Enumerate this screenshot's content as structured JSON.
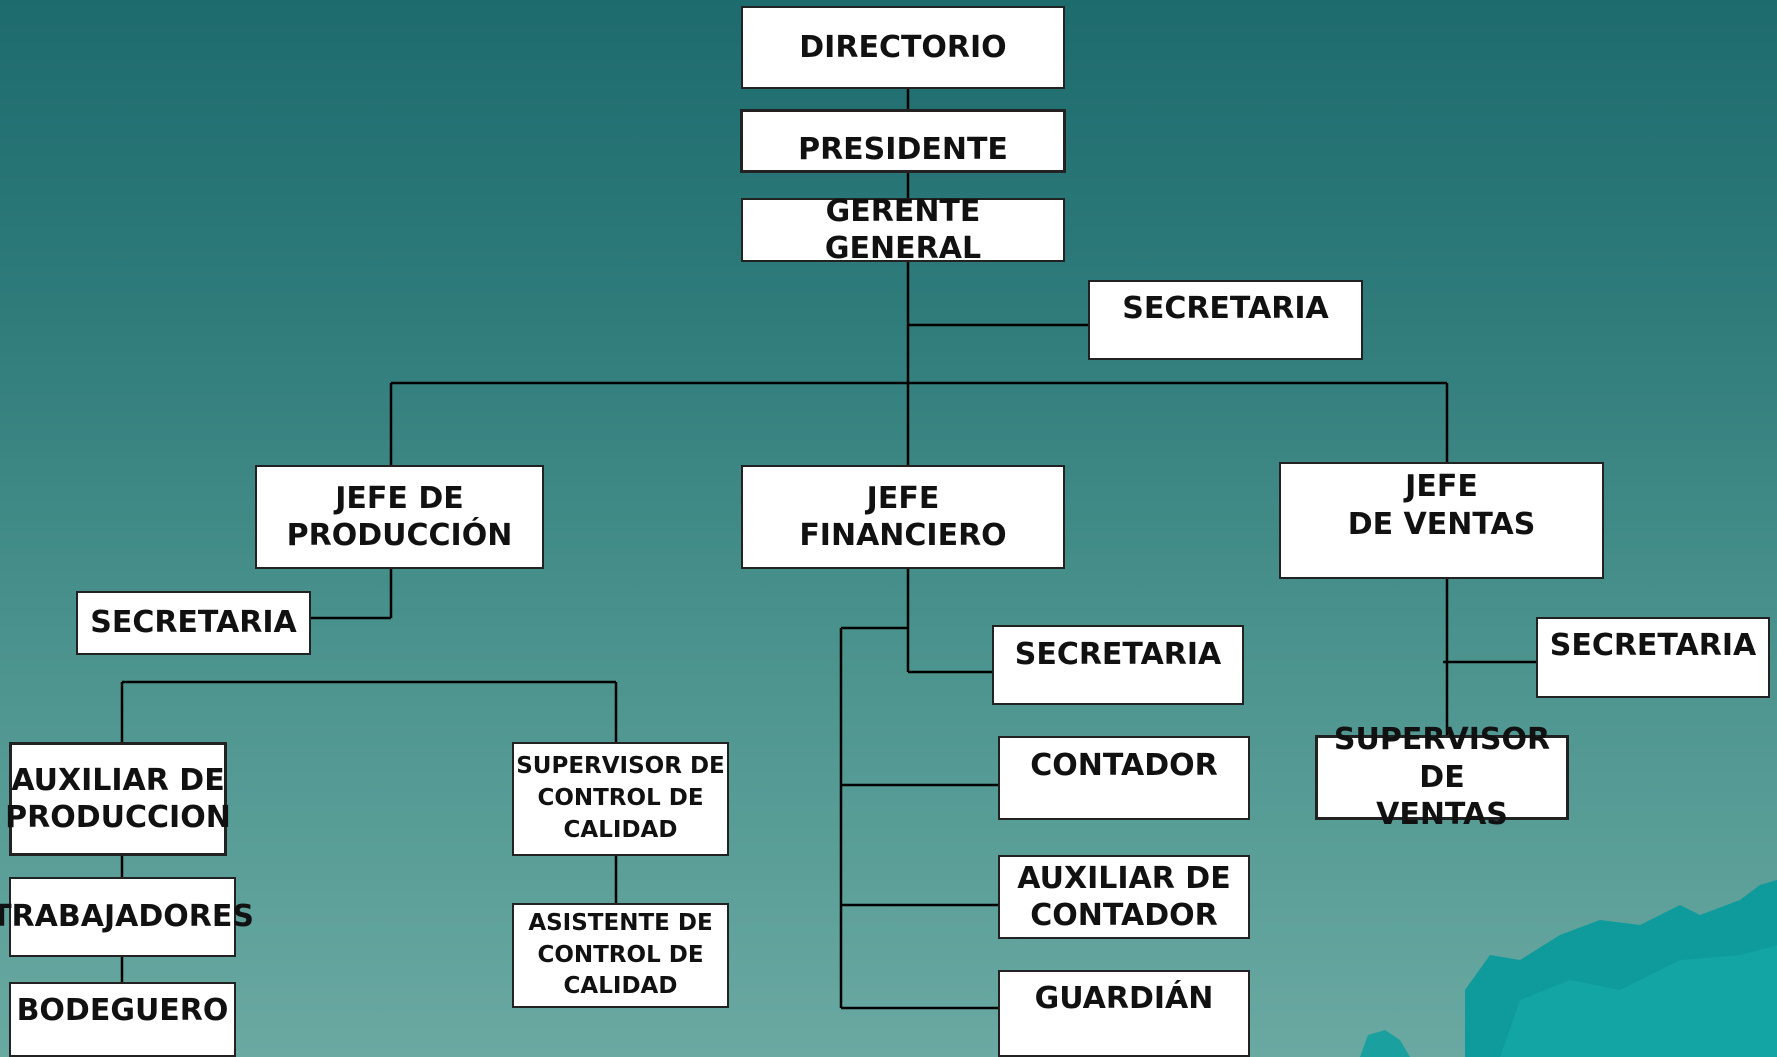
{
  "org_chart": {
    "directorio": "DIRECTORIO",
    "presidente": "PRESIDENTE",
    "gerente_general": "GERENTE  GENERAL",
    "secretaria_gerencia": "SECRETARIA",
    "jefe_produccion": "JEFE DE\nPRODUCCIÓN",
    "secretaria_produccion": "SECRETARIA",
    "auxiliar_produccion": "AUXILIAR DE\nPRODUCCION",
    "trabajadores": "TRABAJADORES",
    "bodeguero": "BODEGUERO",
    "supervisor_calidad": "SUPERVISOR DE\nCONTROL DE\nCALIDAD",
    "asistente_calidad": "ASISTENTE DE\nCONTROL DE\nCALIDAD",
    "jefe_financiero": "JEFE\nFINANCIERO",
    "secretaria_financiero": "SECRETARIA",
    "contador": "CONTADOR",
    "auxiliar_contador": "AUXILIAR DE\nCONTADOR",
    "guardian": "GUARDIÁN",
    "jefe_ventas": "JEFE\nDE VENTAS",
    "secretaria_ventas": "SECRETARIA",
    "supervisor_ventas": "SUPERVISOR DE\nVENTAS"
  },
  "colors": {
    "background_top": "#1e6b6e",
    "background_bottom": "#6aa9a2",
    "box_fill": "#ffffff",
    "connector": "#000000",
    "decoration": "#12a3a3"
  }
}
